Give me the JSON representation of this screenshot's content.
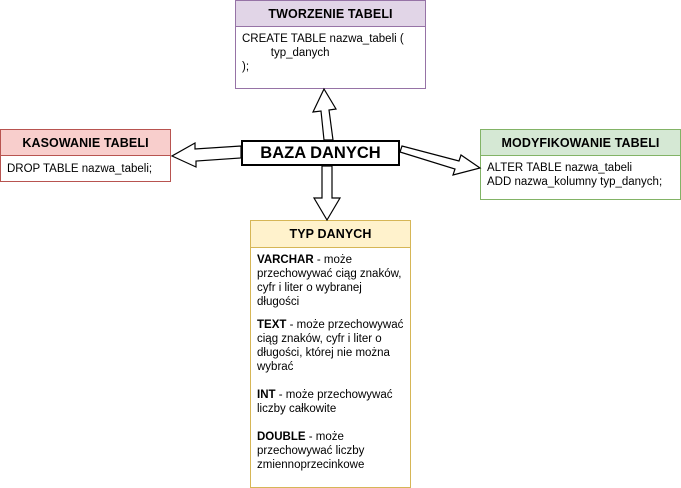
{
  "center": {
    "label": "BAZA DANYCH"
  },
  "create": {
    "title": "TWORZENIE TABELI",
    "lines": [
      "CREATE TABLE nazwa_tabeli (",
      "         typ_danych",
      ");"
    ]
  },
  "drop": {
    "title": "KASOWANIE TABELI",
    "lines": [
      "DROP TABLE nazwa_tabeli;"
    ]
  },
  "alter": {
    "title": "MODYFIKOWANIE TABELI",
    "lines": [
      "ALTER TABLE nazwa_tabeli",
      "ADD nazwa_kolumny typ_danych;"
    ]
  },
  "types": {
    "title": "TYP DANYCH",
    "items": [
      {
        "name": "VARCHAR",
        "desc": " - może przechowywać ciąg znaków, cyfr i liter o wybranej długości"
      },
      {
        "name": "TEXT",
        "desc": " - może przechowywać ciąg znaków, cyfr i liter o długości, której nie można wybrać"
      },
      {
        "name": "INT",
        "desc": " - może przechowywać liczby całkowite"
      },
      {
        "name": "DOUBLE",
        "desc": " - może przechowywać liczby zmiennoprzecinkowe"
      }
    ]
  },
  "colors": {
    "create_fill": "#e1d5e7",
    "create_stroke": "#9673a6",
    "drop_fill": "#f8cecc",
    "drop_stroke": "#b85450",
    "alter_fill": "#d5e8d4",
    "alter_stroke": "#82b366",
    "types_fill": "#fff2cc",
    "types_stroke": "#d6b656"
  }
}
